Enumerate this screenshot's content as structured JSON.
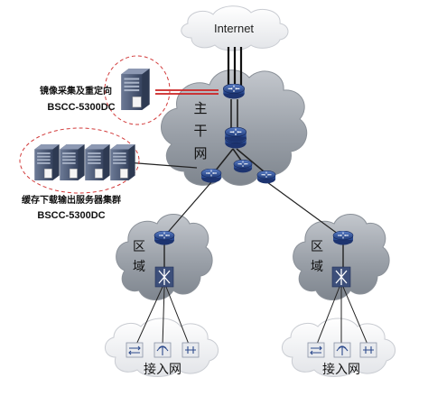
{
  "internet": {
    "label": "Internet"
  },
  "core": {
    "label_chars": [
      "主",
      "干",
      "网"
    ]
  },
  "regions": [
    {
      "id": "left",
      "label_chars": [
        "区",
        "域"
      ]
    },
    {
      "id": "right",
      "label_chars": [
        "区",
        "域"
      ]
    }
  ],
  "access": [
    {
      "id": "left",
      "label": "接入网"
    },
    {
      "id": "right",
      "label": "接入网"
    }
  ],
  "servers": {
    "mirror": {
      "title": "镜像采集及重定向",
      "model": "BSCC-5300DC"
    },
    "cache": {
      "title": "缓存下载输出服务器集群",
      "model": "BSCC-5300DC"
    }
  },
  "colors": {
    "cloud": "#9ea3aa",
    "cloud_internet": "#eeeff1",
    "router": "#2d4a8c",
    "server": "#4b5b7a",
    "dashed_circle": "#d23a3a",
    "red_link": "#cc2222"
  },
  "icons": [
    "router-icon",
    "switch-icon",
    "firewall-icon",
    "wireless-ap-icon",
    "server-icon"
  ]
}
